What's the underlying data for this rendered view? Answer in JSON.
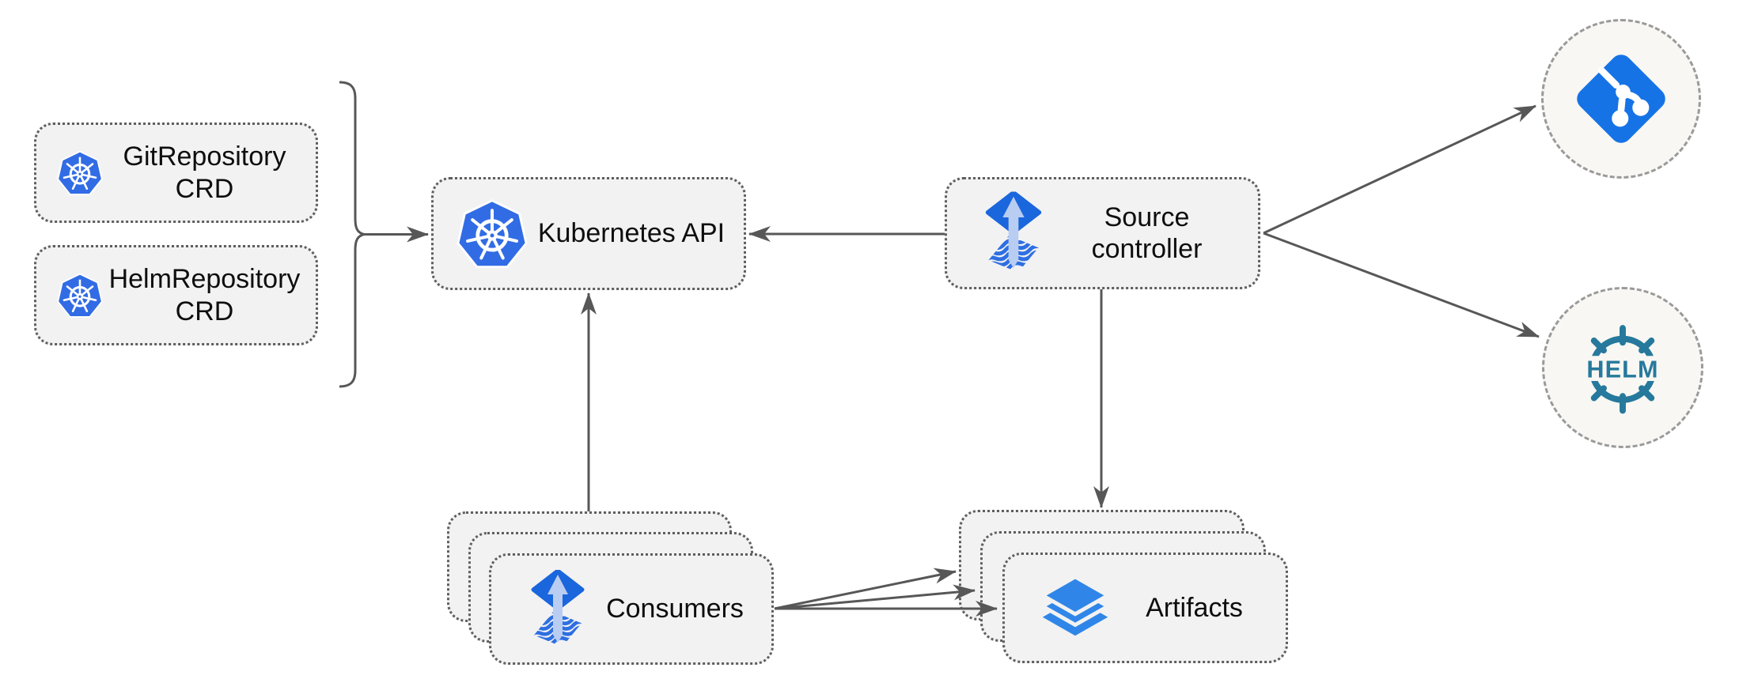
{
  "nodes": {
    "git_repository_crd": {
      "label": "GitRepository CRD",
      "icon": "kubernetes-logo"
    },
    "helm_repository_crd": {
      "label": "HelmRepository CRD",
      "icon": "kubernetes-logo"
    },
    "kubernetes_api": {
      "label": "Kubernetes API",
      "icon": "kubernetes-logo"
    },
    "source_controller": {
      "label": "Source controller",
      "icon": "flux-source-controller-logo"
    },
    "consumers": {
      "label": "Consumers",
      "icon": "flux-source-controller-logo",
      "stacked": 3
    },
    "artifacts": {
      "label": "Artifacts",
      "icon": "layers-icon",
      "stacked": 3
    },
    "git_server": {
      "icon": "git-logo"
    },
    "helm_repository": {
      "icon": "helm-logo",
      "logo_text": "HELM"
    }
  },
  "edges": [
    {
      "from": "crd_group",
      "to": "kubernetes_api"
    },
    {
      "from": "source_controller",
      "to": "kubernetes_api"
    },
    {
      "from": "consumers",
      "to": "kubernetes_api"
    },
    {
      "from": "source_controller",
      "to": "artifacts"
    },
    {
      "from": "source_controller",
      "to": "git_server"
    },
    {
      "from": "source_controller",
      "to": "helm_repository"
    },
    {
      "from": "consumers",
      "to": "artifacts",
      "arrow_count": 3
    }
  ],
  "colors": {
    "background": "#ffffff",
    "node_fill": "#f2f2f2",
    "node_border": "#5e5e5e",
    "circle_fill": "#f8f7f3",
    "circle_border": "#9a9a9a",
    "arrow": "#575757",
    "label_text": "#0e0e0e",
    "kubernetes_blue": "#326ce5",
    "flux_blue": "#1a66dd",
    "flux_stripe_blue": "#2e6fe2",
    "flux_arrow": "#b9cdf2",
    "git_blue": "#1673e6",
    "helm_teal": "#26799c",
    "layers_blue": "#2f86e8"
  }
}
